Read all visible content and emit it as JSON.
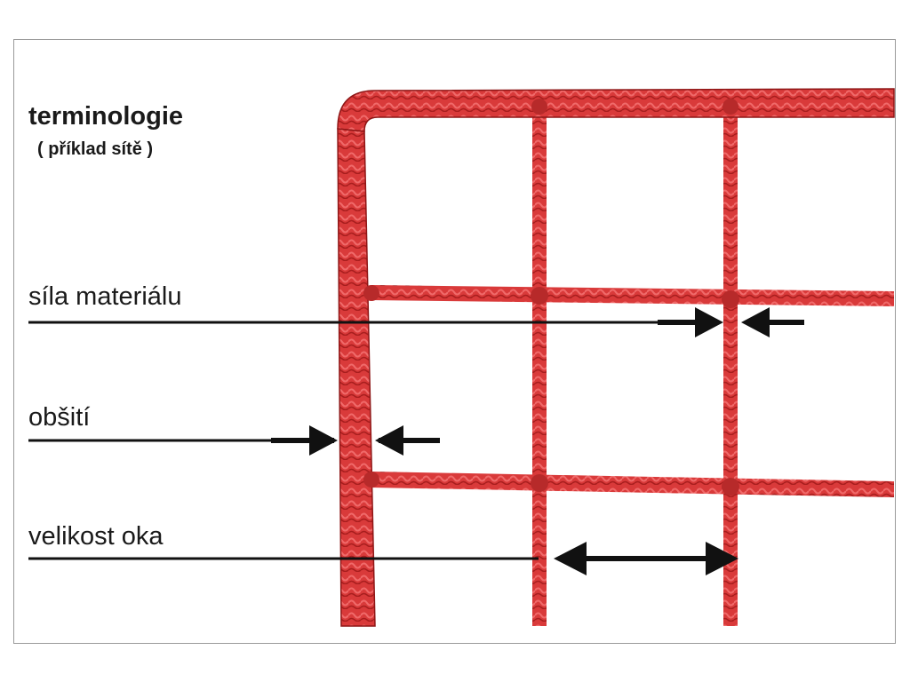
{
  "title": "terminologie",
  "subtitle": "( příklad sítě )",
  "terms": {
    "material_thickness": "síla materiálu",
    "edging": "obšití",
    "mesh_size": "velikost oka"
  },
  "colors": {
    "net": "#d93a3a",
    "net_highlight": "#f06a6a",
    "net_shadow": "#8e1616",
    "line": "#111111"
  }
}
